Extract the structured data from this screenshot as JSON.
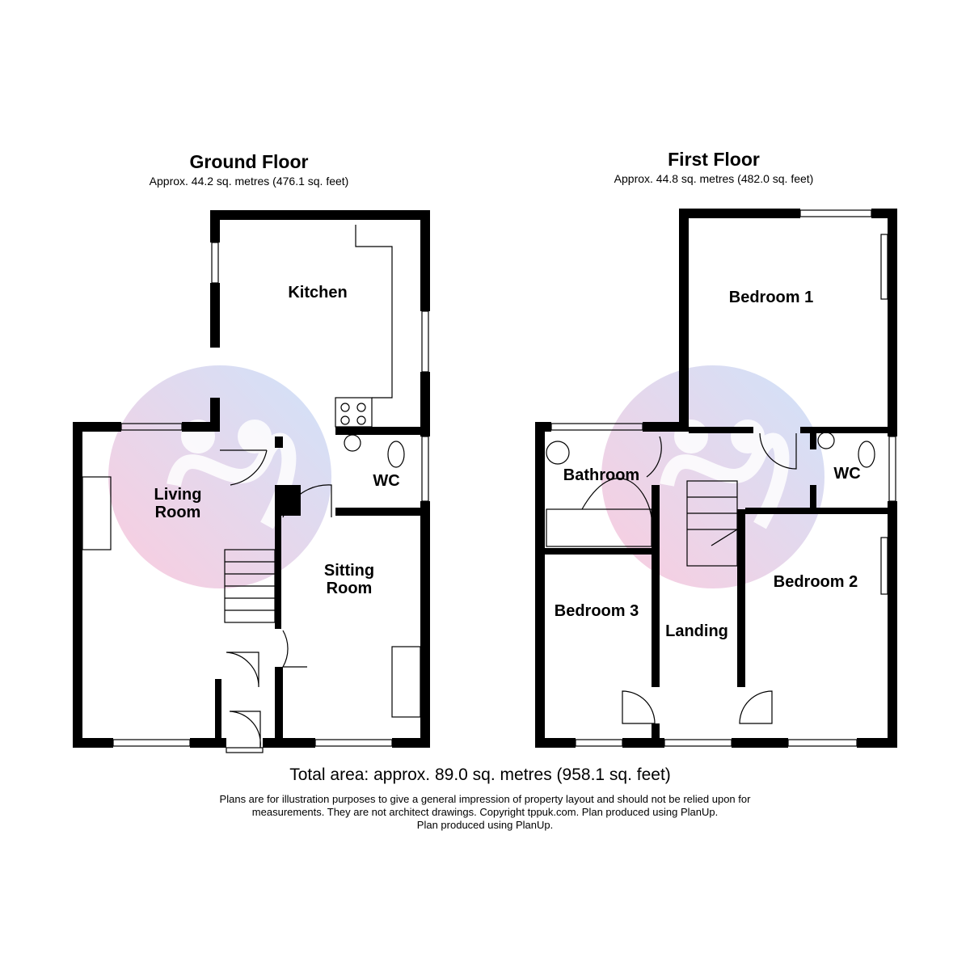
{
  "ground_floor": {
    "title": "Ground Floor",
    "area": "Approx. 44.2 sq. metres (476.1 sq. feet)",
    "rooms": {
      "kitchen": "Kitchen",
      "wc": "WC",
      "living_room": "Living\nRoom",
      "sitting_room": "Sitting\nRoom"
    }
  },
  "first_floor": {
    "title": "First Floor",
    "area": "Approx. 44.8 sq. metres (482.0 sq. feet)",
    "rooms": {
      "bedroom1": "Bedroom 1",
      "bathroom": "Bathroom",
      "wc": "WC",
      "bedroom2": "Bedroom 2",
      "bedroom3": "Bedroom 3",
      "landing": "Landing"
    }
  },
  "footer": {
    "total": "Total area: approx. 89.0 sq. metres (958.1 sq. feet)",
    "disclaimer_line1": "Plans are for illustration purposes to give a general impression of property layout and should not be relied upon for",
    "disclaimer_line2": "measurements. They are not architect drawings. Copyright tppuk.com. Plan produced using PlanUp.",
    "disclaimer_line3": "Plan produced using PlanUp."
  },
  "colors": {
    "wall": "#000000",
    "watermark_pink": "#f4a6c8",
    "watermark_blue": "#a9c8f5"
  }
}
